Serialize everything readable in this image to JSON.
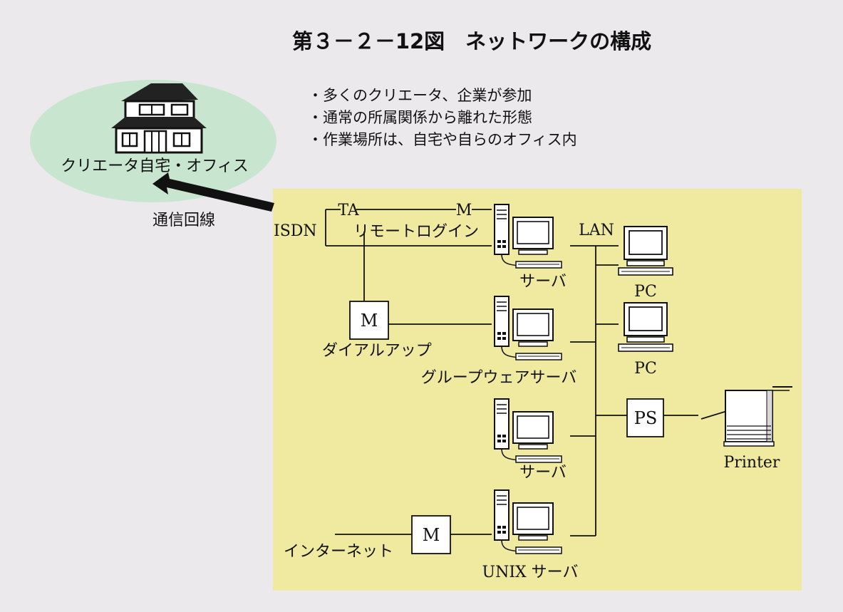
{
  "title": "第３－２－12図　ネットワークの構成",
  "bullets": [
    "・多くのクリエータ、企業が参加",
    "・通常の所属関係から離れた形態",
    "・作業場所は、自宅や自らのオフィス内"
  ],
  "home": {
    "label": "クリエータ自宅・オフィス"
  },
  "line_label": "通信回線",
  "network": {
    "isdn": "ISDN",
    "ta": "TA",
    "modem": "M",
    "remote_login": "リモートログイン",
    "dialup": "ダイアルアップ",
    "lan": "LAN",
    "internet": "インターネット",
    "ps": "PS",
    "printer": "Printer",
    "pc": "PC",
    "server": "サーバ",
    "groupware_server": "グループウェアサーバ",
    "unix_server": "UNIX サーバ"
  },
  "colors": {
    "background": "#ece9ec",
    "panel": "#f0eaa0",
    "ellipse": "#c8e6cf",
    "line": "#111111"
  }
}
